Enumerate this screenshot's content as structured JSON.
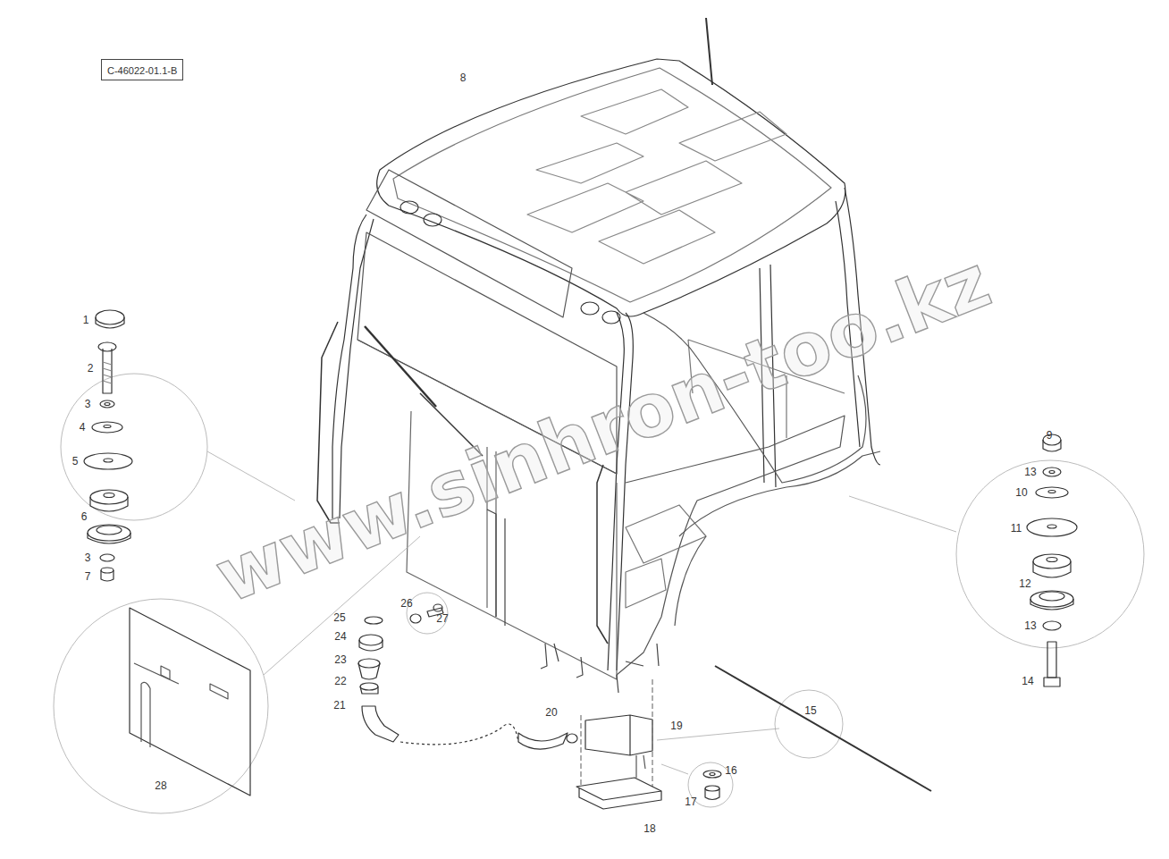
{
  "diagram": {
    "nodes": [
      {
        "text": [
          "C-46022-01.1-B"
        ]
      }
    ],
    "labels": [
      "8",
      "1",
      "2",
      "3",
      "4",
      "5",
      "6",
      "3",
      "7",
      "9",
      "13",
      "10",
      "11",
      "12",
      "13",
      "14",
      "15",
      "16",
      "17",
      "18",
      "19",
      "20",
      "21",
      "22",
      "23",
      "24",
      "25",
      "26",
      "27",
      "28",
      "www.sinhron-too.kz"
    ]
  }
}
